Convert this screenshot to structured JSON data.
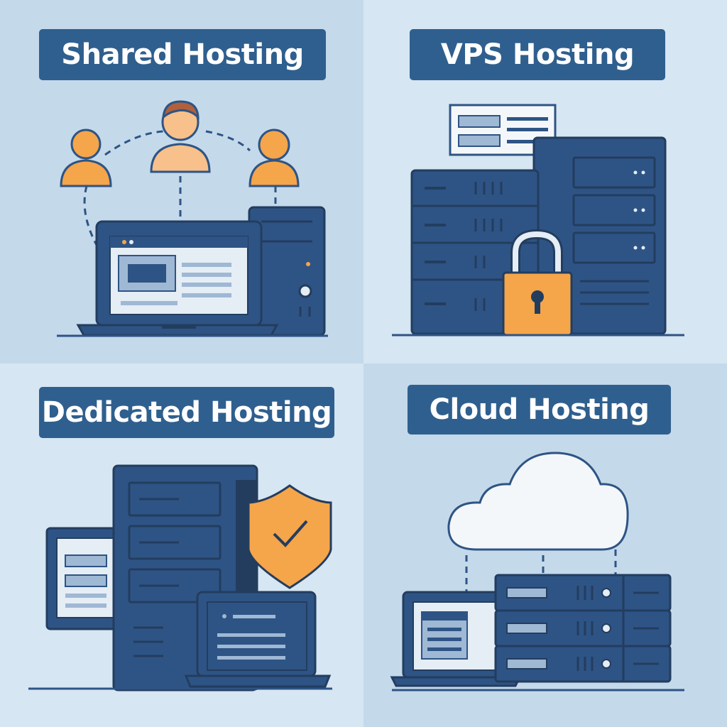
{
  "colors": {
    "navy": "#2e5485",
    "navy_dark": "#233d5f",
    "banner": "#2f5f8e",
    "orange": "#f5a54a",
    "orange_light": "#f8c08a",
    "screen": "#e5edf5",
    "screen_bar": "#9fb8d4",
    "q1_bg": "#c4d9ea",
    "q2_bg": "#d6e6f2",
    "q3_bg": "#d6e6f2",
    "q4_bg": "#c4d9ea",
    "cloud": "#f4f7fa"
  },
  "quadrants": [
    {
      "title": "Shared Hosting",
      "icons": [
        "user-icon",
        "user-icon",
        "user-icon",
        "laptop-icon",
        "server-tower-icon"
      ]
    },
    {
      "title": "VPS Hosting",
      "icons": [
        "window-icon",
        "server-rack-icon",
        "server-rack-icon",
        "padlock-icon"
      ]
    },
    {
      "title": "Dedicated Hosting",
      "icons": [
        "monitor-icon",
        "server-tower-icon",
        "shield-check-icon",
        "laptop-icon"
      ]
    },
    {
      "title": "Cloud Hosting",
      "icons": [
        "cloud-icon",
        "server-rack-icon",
        "laptop-icon"
      ]
    }
  ]
}
